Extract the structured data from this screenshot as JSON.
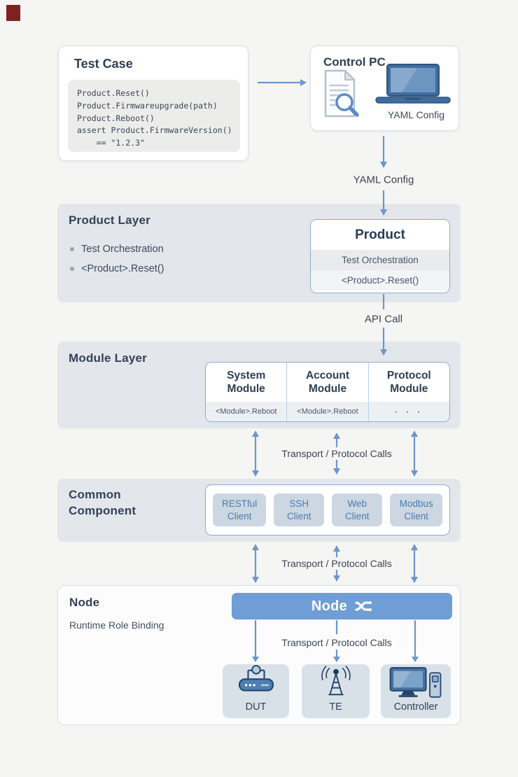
{
  "colors": {
    "page_bg": "#f5f5f3",
    "section_bg": "#e3e6ea",
    "arrow_blue": "#6d96c8",
    "box_border_blue": "#8bacd6",
    "node_banner_blue": "#6f9dd6",
    "chip_bg": "#ccd7e1",
    "chip_text": "#4c7cb0",
    "dark_navy_text": "#2f3e52",
    "watermark_square": "#7e2222"
  },
  "test_case": {
    "title": "Test Case",
    "code_lines": [
      "Product.Reset()",
      "Product.Firmwareupgrade(path)",
      "Product.Reboot()",
      "assert Product.FirmwareVersion()",
      "    == \"1.2.3\""
    ]
  },
  "control_pc": {
    "title": "Control PC",
    "config_label": "YAML Config",
    "icons": [
      "document-search-icon",
      "laptop-icon"
    ]
  },
  "labels": {
    "yaml_config": "YAML Config",
    "api_call": "API Call",
    "transport_calls": "Transport / Protocol Calls"
  },
  "product_layer": {
    "title": "Product Layer",
    "bullets": [
      "Test Orchestration",
      "<Product>.Reset()"
    ],
    "box": {
      "title": "Product",
      "rows": [
        "Test Orchestration",
        "<Product>.Reset()"
      ]
    }
  },
  "module_layer": {
    "title": "Module Layer",
    "modules": [
      {
        "name": "System Module",
        "sub": "<Module>.Reboot"
      },
      {
        "name": "Account Module",
        "sub": "<Module>.Reboot"
      },
      {
        "name": "Protocol Module",
        "sub": "· · ·"
      }
    ]
  },
  "common_component": {
    "title": "Common Component",
    "clients": [
      "RESTful Client",
      "SSH Client",
      "Web Client",
      "Modbus Client"
    ]
  },
  "node_layer": {
    "title": "Node",
    "subtitle": "Runtime Role Binding",
    "banner_label": "Node",
    "banner_icon": "shuffle-icon",
    "devices": [
      {
        "label": "DUT",
        "icon": "router-icon"
      },
      {
        "label": "TE",
        "icon": "antenna-tower-icon"
      },
      {
        "label": "Controller",
        "icon": "desktop-computer-icon"
      }
    ]
  }
}
